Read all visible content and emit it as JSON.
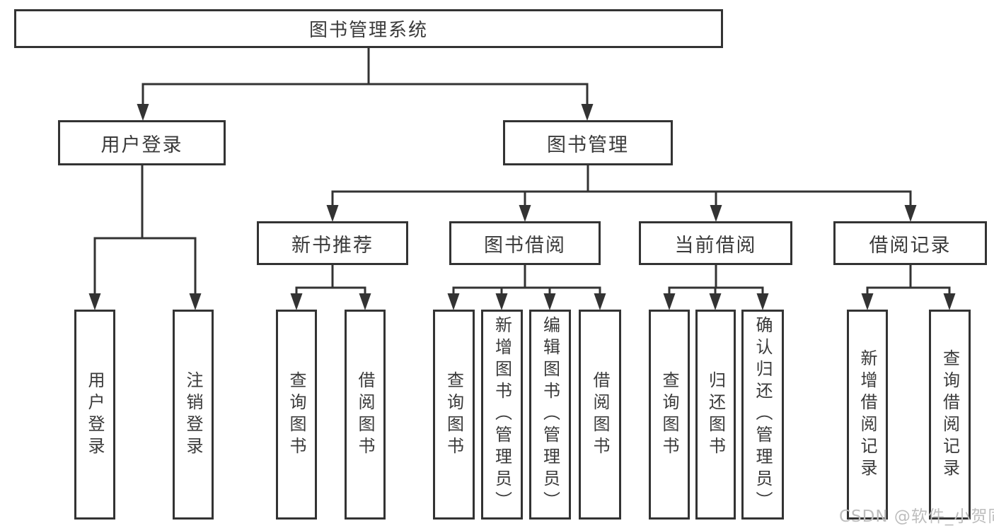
{
  "diagram": {
    "root": {
      "label": "图书管理系统"
    },
    "level2": [
      {
        "label": "用户登录"
      },
      {
        "label": "图书管理"
      }
    ],
    "level3": [
      {
        "label": "新书推荐",
        "parent": "图书管理"
      },
      {
        "label": "图书借阅",
        "parent": "图书管理"
      },
      {
        "label": "当前借阅",
        "parent": "图书管理"
      },
      {
        "label": "借阅记录",
        "parent": "图书管理"
      }
    ],
    "leaves": [
      {
        "label": "用户登录",
        "parent": "用户登录"
      },
      {
        "label": "注销登录",
        "parent": "用户登录"
      },
      {
        "label": "查询图书",
        "parent": "新书推荐"
      },
      {
        "label": "借阅图书",
        "parent": "新书推荐"
      },
      {
        "label": "查询图书",
        "parent": "图书借阅"
      },
      {
        "label": "新增图书（管理员）",
        "parent": "图书借阅"
      },
      {
        "label": "编辑图书（管理员）",
        "parent": "图书借阅"
      },
      {
        "label": "借阅图书",
        "parent": "图书借阅"
      },
      {
        "label": "查询图书",
        "parent": "当前借阅"
      },
      {
        "label": "归还图书",
        "parent": "当前借阅"
      },
      {
        "label": "确认归还（管理员）",
        "parent": "当前借阅"
      },
      {
        "label": "新增借阅记录",
        "parent": "借阅记录"
      },
      {
        "label": "查询借阅记录",
        "parent": "借阅记录"
      }
    ]
  },
  "watermark": {
    "text": "CSDN @软件_小贺同学"
  },
  "colors": {
    "line": "#333333",
    "box_border": "#333333",
    "text": "#3a3a3a",
    "background": "#ffffff",
    "watermark": "#bdbdbd"
  }
}
